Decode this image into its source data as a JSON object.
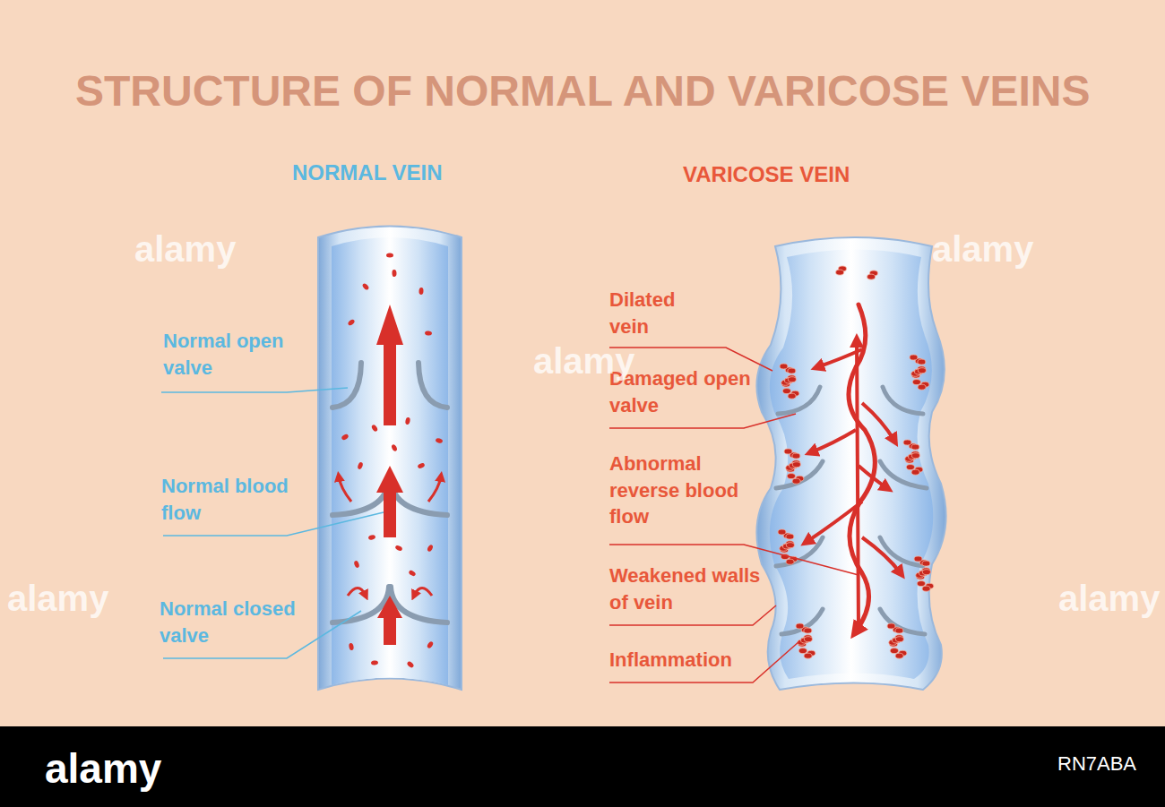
{
  "diagram": {
    "title": "STRUCTURE OF NORMAL AND VARICOSE VEINS",
    "labels": [
      "NORMAL VEIN",
      "VARICOSE VEIN",
      "Normal open valve",
      "Normal blood flow",
      "Normal closed valve",
      "Dilated vein",
      "Damaged open valve",
      "Abnormal reverse blood flow",
      "Weakened walls of vein",
      "Inflammation",
      "alamy",
      "alamy",
      "alamy",
      "alamy",
      "alamy",
      "alamy",
      "RN7ABA"
    ]
  }
}
